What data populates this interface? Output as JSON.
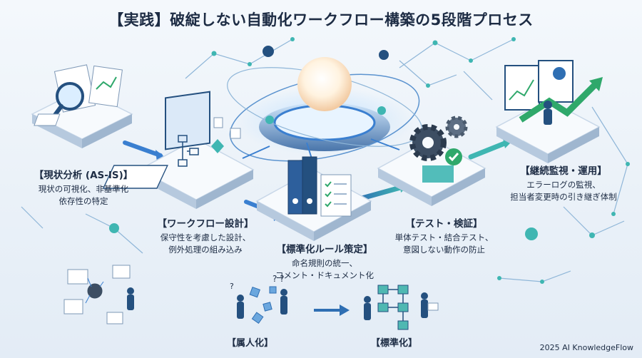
{
  "title": "【実践】破綻しない自動化ワークフロー構築の5段階プロセス",
  "steps": [
    {
      "heading": "【現状分析 (AS-IS)】",
      "lines": [
        "現状の可視化、非基準化",
        "依存性の特定"
      ]
    },
    {
      "heading": "【ワークフロー設計】",
      "lines": [
        "保守性を考慮した設計、",
        "例外処理の組み込み"
      ]
    },
    {
      "heading": "【標準化ルール策定】",
      "lines": [
        "命名規則の統一、",
        "コメント・ドキュメント化"
      ]
    },
    {
      "heading": "【テスト・検証】",
      "lines": [
        "単体テスト・結合テスト、",
        "意図しない動作の防止"
      ]
    },
    {
      "heading": "【継続監視・運用】",
      "lines": [
        "エラーログの監視、",
        "担当者変更時の引き継ぎ体制"
      ]
    }
  ],
  "comparison": {
    "before": "【属人化】",
    "after": "【標準化】"
  },
  "credit": "2025 AI KnowledgeFlow",
  "colors": {
    "navy": "#1d2c44",
    "blue": "#2f6fb3",
    "teal": "#3fb6b2",
    "green": "#2fa86b",
    "platform": "#f7fafd"
  },
  "icons": [
    "magnifier-icon",
    "flowchart-icon",
    "binders-icon",
    "gear-icon",
    "checkmark-icon",
    "trend-chart-icon",
    "person-icon",
    "core-sphere-icon"
  ]
}
